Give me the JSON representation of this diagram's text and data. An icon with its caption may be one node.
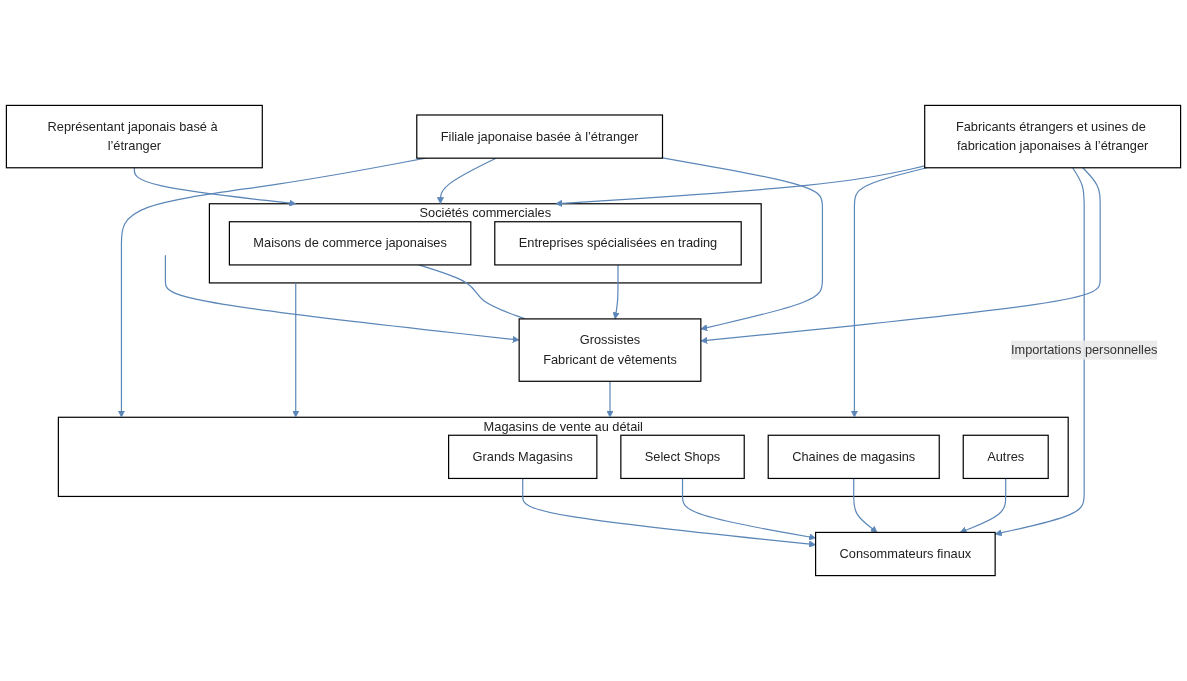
{
  "diagram": {
    "nodes": [
      {
        "text": [
          "Fabricants étrangers et usines de fabrication japonaises à l’étranger"
        ]
      },
      {
        "text": [
          "Filiale japonaise basée à l’étranger"
        ]
      },
      {
        "text": [
          "Représentant japonais basé à l’étranger"
        ]
      },
      {
        "text": [
          "Sociétés commerciales"
        ]
      },
      {
        "text": [
          "Maisons de commerce japonaises"
        ],
        "in": 3
      },
      {
        "text": [
          "Entreprises spécialisées en trading"
        ],
        "in": 3
      },
      {
        "text": [
          "Grossistes",
          "Fabricant de vêtements"
        ]
      },
      {
        "text": [
          "Magasins de vente au détail"
        ]
      },
      {
        "text": [
          "Grands Magasins"
        ],
        "in": 7
      },
      {
        "text": [
          "Select Shops"
        ],
        "in": 7
      },
      {
        "text": [
          "Chaines de magasins"
        ],
        "in": 7
      },
      {
        "text": [
          "Autres"
        ],
        "in": 7
      },
      {
        "text": [
          "Consommateurs finaux"
        ]
      }
    ],
    "edges": [
      {
        "from": 0,
        "to": 7,
        "arrow": "to"
      },
      {
        "from": 0,
        "to": 6,
        "arrow": "to"
      },
      {
        "from": 0,
        "to": 3,
        "arrow": "to"
      },
      {
        "from": 2,
        "to": 3,
        "arrow": "to"
      },
      {
        "from": 1,
        "to": 3,
        "arrow": "to"
      },
      {
        "from": 1,
        "to": 7,
        "arrow": "to"
      },
      {
        "from": 1,
        "to": 6,
        "arrow": "to"
      },
      {
        "from": 4,
        "to": 6,
        "arrow": "none"
      },
      {
        "from": 5,
        "to": 6,
        "arrow": "to"
      },
      {
        "from": null,
        "to": 6,
        "arrow": "to"
      },
      {
        "from": 3,
        "to": 7,
        "arrow": "to"
      },
      {
        "from": 6,
        "to": 7,
        "arrow": "to"
      },
      {
        "from": 8,
        "to": 12,
        "arrow": "to"
      },
      {
        "from": 9,
        "to": 12,
        "arrow": "to"
      },
      {
        "from": 10,
        "to": 12,
        "arrow": "to"
      },
      {
        "from": 11,
        "to": 12,
        "arrow": "to"
      },
      {
        "from": 0,
        "to": 12,
        "arrow": "to",
        "label": "Importations personnelles"
      }
    ]
  }
}
